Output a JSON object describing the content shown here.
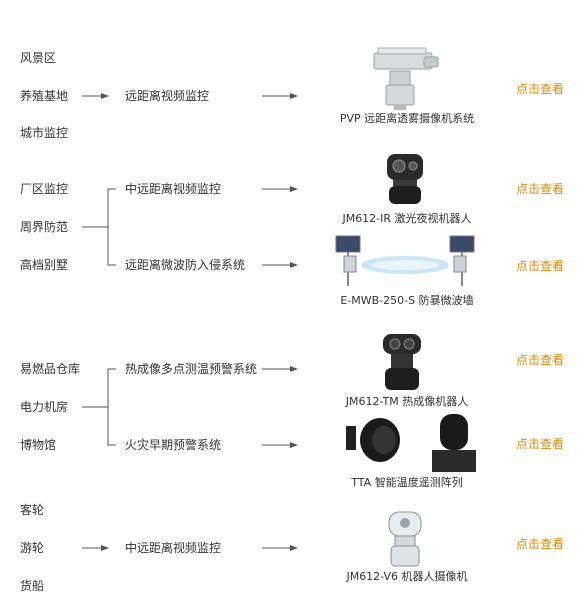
{
  "colors": {
    "link": "#e08a00",
    "text": "#333333",
    "arrow": "#555555"
  },
  "link_label": "点击查看",
  "groups": [
    {
      "scenes": [
        "风景区",
        "养殖基地",
        "城市监控"
      ],
      "systems": [
        "远距离视频监控"
      ],
      "products": [
        {
          "caption": "PVP 远距离透雾摄像机系统",
          "icon": "long-range-ptz-camera"
        }
      ]
    },
    {
      "scenes": [
        "厂区监控",
        "周界防范",
        "高档别墅"
      ],
      "systems": [
        "中远距离视频监控",
        "远距离微波防入侵系统"
      ],
      "products": [
        {
          "caption": "JM612-IR 激光夜视机器人",
          "icon": "laser-night-vision-robot"
        },
        {
          "caption": "E-MWB-250-S 防暴微波墙",
          "icon": "microwave-wall"
        }
      ]
    },
    {
      "scenes": [
        "易燃品仓库",
        "电力机房",
        "博物馆"
      ],
      "systems": [
        "热成像多点测温预警系统",
        "火灾早期预警系统"
      ],
      "products": [
        {
          "caption": "JM612-TM 热成像机器人",
          "icon": "thermal-imaging-robot"
        },
        {
          "caption": "TTA 智能温度遥测阵列",
          "icon": "temperature-array"
        }
      ]
    },
    {
      "scenes": [
        "客轮",
        "游轮",
        "货船"
      ],
      "systems": [
        "中远距离视频监控"
      ],
      "products": [
        {
          "caption": "JM612-V6 机器人摄像机",
          "icon": "robot-camera"
        }
      ]
    }
  ]
}
